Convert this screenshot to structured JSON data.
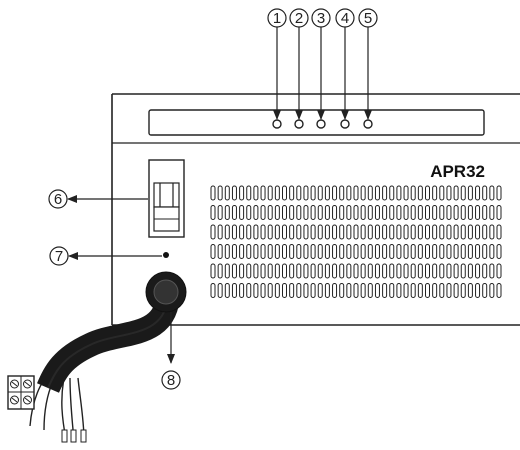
{
  "device": {
    "model_label": "APR32"
  },
  "callouts": [
    {
      "id": "c1",
      "label": "1"
    },
    {
      "id": "c2",
      "label": "2"
    },
    {
      "id": "c3",
      "label": "3"
    },
    {
      "id": "c4",
      "label": "4"
    },
    {
      "id": "c5",
      "label": "5"
    },
    {
      "id": "c6",
      "label": "6"
    },
    {
      "id": "c7",
      "label": "7"
    },
    {
      "id": "c8",
      "label": "8"
    }
  ],
  "colors": {
    "line": "#222222",
    "background": "#ffffff",
    "cable": "#1a1a1a"
  }
}
